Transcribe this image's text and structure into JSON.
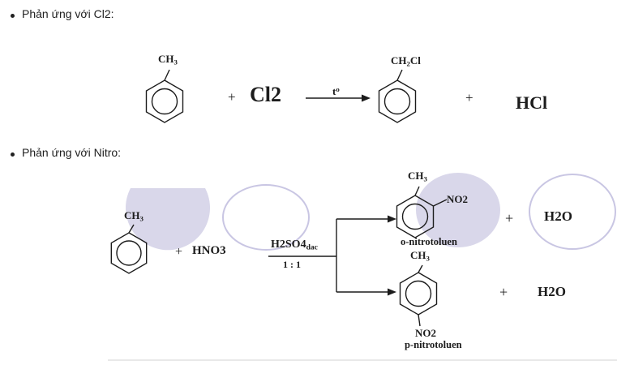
{
  "colors": {
    "ink": "#1c1c1c",
    "text": "#212121",
    "watermark_fill": "#d9d7ea",
    "watermark_stroke": "#c9c6e3",
    "divider": "#e2e2e2"
  },
  "bullets": [
    {
      "label": "Phản ứng với Cl2:"
    },
    {
      "label": "Phản ứng với Nitro:"
    }
  ],
  "reaction1": {
    "toluene_substituent": {
      "main": "CH",
      "sub": "3"
    },
    "plus_left": "+",
    "chlorine": "Cl2",
    "condition": {
      "base": "t",
      "sup": "o"
    },
    "product_substituent": {
      "pre": "CH",
      "sub": "2",
      "post": "Cl"
    },
    "plus_right": "+",
    "hydrogen_chloride": "HCl"
  },
  "reaction2": {
    "toluene_substituent": {
      "main": "CH",
      "sub": "3"
    },
    "plus_left": "+",
    "nitric_acid": "HNO3",
    "catalyst": {
      "main": "H2SO4",
      "sub": "dac"
    },
    "ratio": "1 : 1",
    "ortho_product": {
      "substituent": {
        "main": "CH",
        "sub": "3"
      },
      "nitro": "NO2",
      "label": "o-nitrotoluen"
    },
    "para_product": {
      "substituent": {
        "main": "CH",
        "sub": "3"
      },
      "nitro": "NO2",
      "label": "p-nitrotoluen"
    },
    "plus_top": "+",
    "water_top": "H2O",
    "plus_bottom": "+",
    "water_bottom": "H2O"
  }
}
